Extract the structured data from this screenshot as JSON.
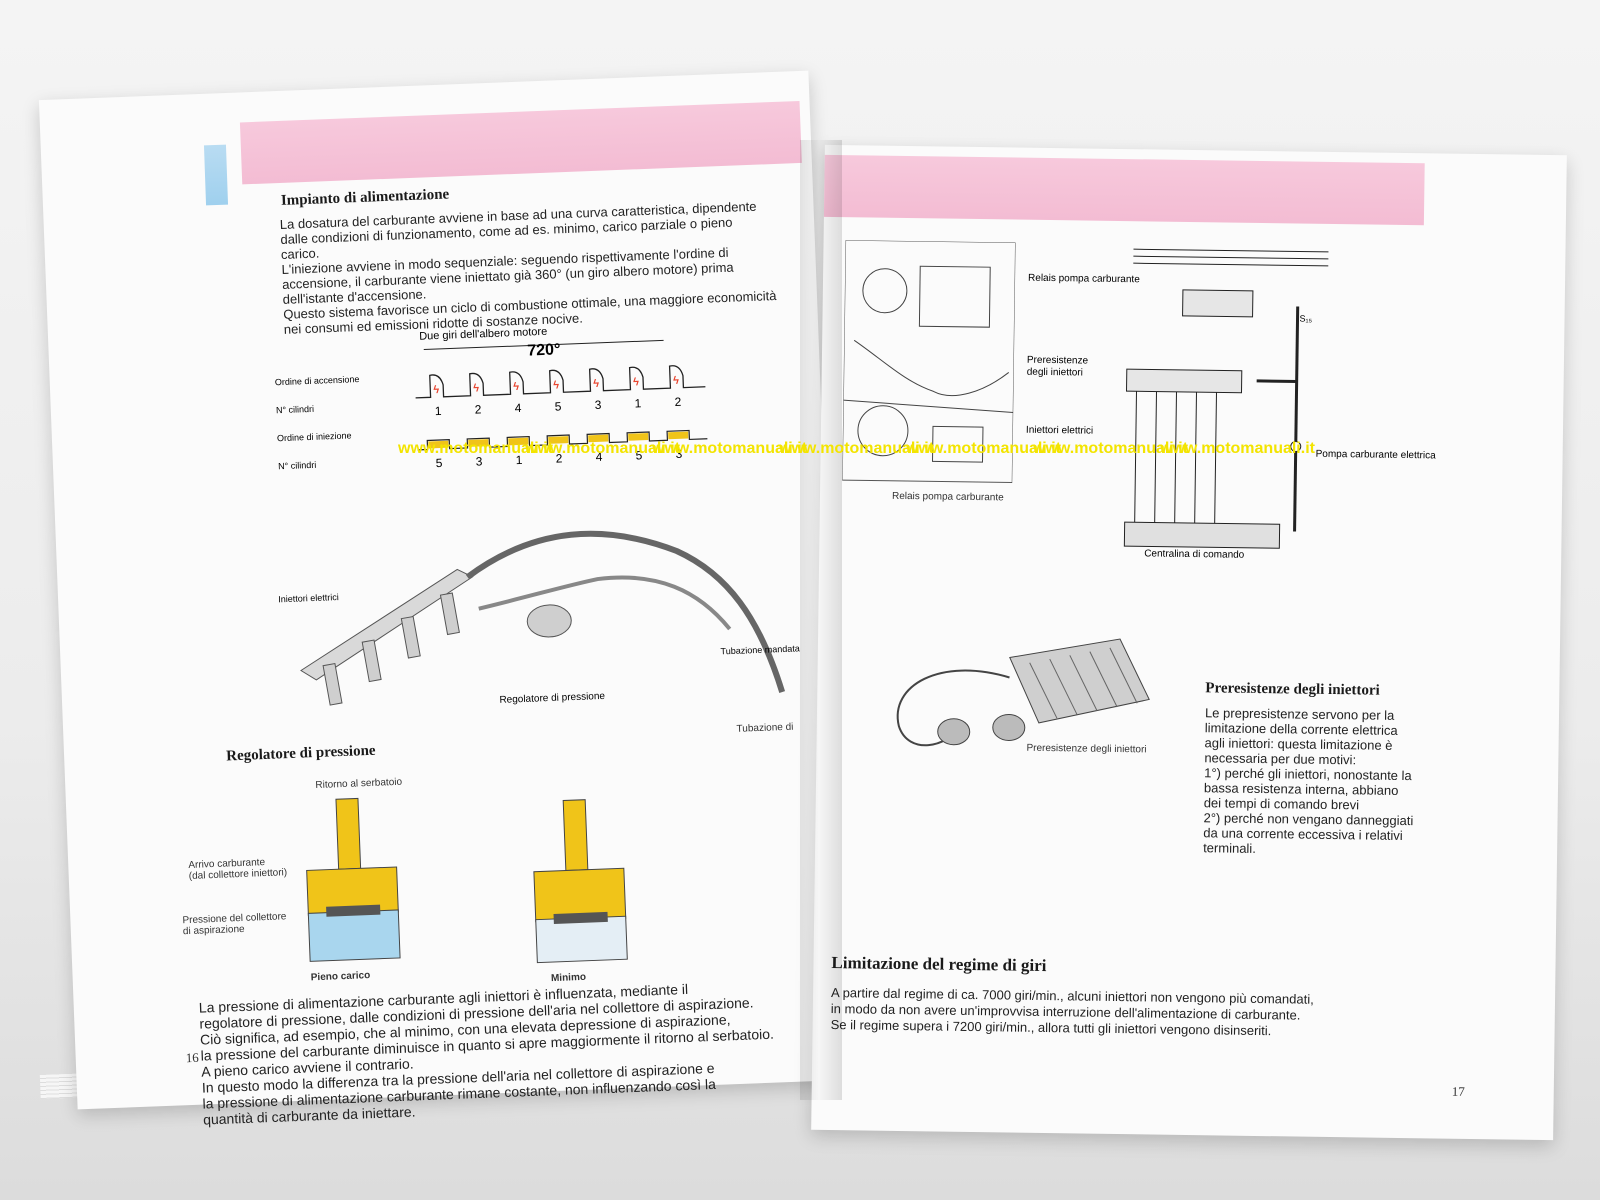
{
  "left_page": {
    "title": "Impianto di alimentazione",
    "intro": [
      "La dosatura del carburante avviene in base ad una curva caratteristica, dipendente",
      "dalle condizioni di funzionamento, come ad es. minimo, carico parziale o pieno",
      "carico.",
      "L'iniezione avviene in modo sequenziale: seguendo rispettivamente l'ordine di",
      "accensione, il carburante viene iniettato già 360° (un giro albero motore) prima",
      "dell'istante d'accensione.",
      "Questo sistema favorisce un ciclo di combustione ottimale, una maggiore economicità",
      "nei consumi ed emissioni ridotte di sostanze nocive."
    ],
    "timing_diagram": {
      "title": "Due giri dell'albero motore",
      "angle": "720°",
      "row_labels": [
        "Ordine di accensione",
        "N° cilindri",
        "Ordine di iniezione",
        "N° cilindri"
      ],
      "ignition_cylinders": [
        "1",
        "2",
        "4",
        "5",
        "3",
        "1",
        "2"
      ],
      "injection_cylinders": [
        "5",
        "3",
        "1",
        "2",
        "4",
        "5",
        "3"
      ]
    },
    "fuel_rail_labels": {
      "injectors": "Iniettori elettrici",
      "regulator": "Regolatore di pressione",
      "hose_supply": "Tubazione mandata carburante",
      "hose_return": "Tubazione di"
    },
    "regulator_section": {
      "title": "Regolatore di pressione",
      "label_return": "Ritorno al serbatoio",
      "label_arrival_1": "Arrivo carburante",
      "label_arrival_2": "(dal collettore iniettori)",
      "label_intake_1": "Pressione del collettore",
      "label_intake_2": "di aspirazione",
      "caption_full": "Pieno carico",
      "caption_idle": "Minimo"
    },
    "body": [
      "La pressione di alimentazione carburante agli iniettori è influenzata, mediante il",
      "regolatore di pressione, dalle condizioni di pressione dell'aria nel collettore di aspirazione.",
      "Ciò significa, ad esempio, che al minimo, con una elevata depressione di aspirazione,",
      "la pressione del carburante diminuisce in quanto si apre maggiormente il ritorno al serbatoio.",
      "A pieno carico avviene il contrario.",
      "In questo modo la differenza tra la pressione dell'aria nel collettore di aspirazione e",
      "la pressione di alimentazione carburante rimane costante, non influenzando così la",
      "quantità di carburante da iniettare."
    ],
    "page_number": "16"
  },
  "right_page": {
    "engine_bay_labels": {
      "relay": "Relais pompa carburante"
    },
    "schematic_labels": {
      "relay": "Relais pompa carburante",
      "resistors_1": "Preresistenze",
      "resistors_2": "degli iniettori",
      "injectors": "Iniettori elettrici",
      "pump": "Pompa carburante elettrica",
      "ecu": "Centralina di comando",
      "fuse": "S₁₅"
    },
    "resistor_photo_label": "Preresistenze degli iniettori",
    "preresistors": {
      "title": "Preresistenze degli iniettori",
      "lines": [
        "Le prepresistenze servono per la",
        "limitazione della corrente elettrica",
        "agli iniettori: questa limitazione è",
        "necessaria per due motivi:",
        "1°) perché gli iniettori, nonostante la",
        "bassa resistenza interna, abbiano",
        "dei tempi di comando brevi",
        "2°) perché non vengano danneggiati",
        "da una corrente eccessiva i relativi",
        "terminali."
      ]
    },
    "rev_limit": {
      "title": "Limitazione del regime di giri",
      "lines": [
        "A partire dal regime di ca. 7000 giri/min., alcuni iniettori non vengono più comandati,",
        "in modo da non avere un'improvvisa interruzione dell'alimentazione di carburante.",
        "Se il regime supera i 7200 giri/min., allora tutti gli iniettori vengono disinseriti."
      ]
    },
    "page_number": "17"
  },
  "watermark": "www.motomanuali.it",
  "colors": {
    "pink_band": "#f3bcd3",
    "diagram_yellow": "#f0c419",
    "diagram_blue": "#a9d6ee",
    "watermark_yellow": "#f3e400"
  }
}
